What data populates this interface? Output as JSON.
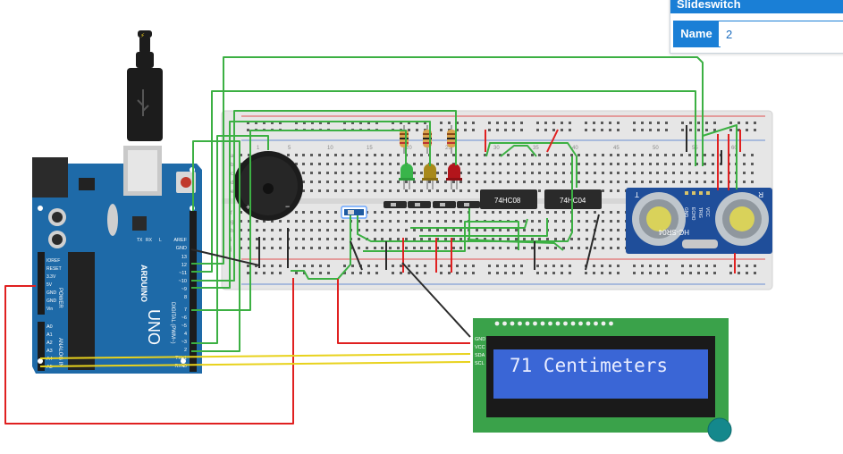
{
  "panel": {
    "title": "Slideswitch",
    "name_label": "Name",
    "name_value": "2"
  },
  "arduino": {
    "brand": "ARDUINO",
    "model": "UNO",
    "header_digital": "DIGITAL (PWM~)",
    "header_power": "POWER",
    "header_analog": "ANALOG IN",
    "pins_top": [
      "AREF",
      "GND",
      "13",
      "12",
      "~11",
      "~10",
      "~9",
      "8",
      "7",
      "~6",
      "~5",
      "4",
      "~3",
      "2",
      "TX▸1",
      "RX◂0"
    ],
    "pins_power": [
      "IOREF",
      "RESET",
      "3.3V",
      "5V",
      "GND",
      "GND",
      "Vin"
    ],
    "pins_analog": [
      "A0",
      "A1",
      "A2",
      "A3",
      "A4",
      "A5"
    ],
    "led_labels": [
      "TX",
      "RX",
      "L"
    ]
  },
  "breadboard": {
    "row_letters": [
      "a",
      "b",
      "c",
      "d",
      "e",
      "f",
      "g",
      "h",
      "i",
      "j"
    ],
    "col_numbers": [
      "1",
      "5",
      "10",
      "15",
      "20",
      "25",
      "30",
      "35",
      "40",
      "45",
      "50",
      "55",
      "60"
    ]
  },
  "chips": [
    {
      "label": "74HC08"
    },
    {
      "label": "74HC04"
    }
  ],
  "sensor": {
    "label": "HC-SR04",
    "pins": [
      "VCC",
      "TRIG",
      "ECHO",
      "GND"
    ],
    "letter_t": "T",
    "letter_r": "R"
  },
  "lcd": {
    "text": "71 Centimeters",
    "pins": [
      "GND",
      "VCC",
      "SDA",
      "SCL"
    ]
  },
  "colors": {
    "wire_green": "#3cb043",
    "wire_red": "#e02020",
    "wire_black": "#2a2a2a",
    "wire_yellow": "#e8d21c",
    "arduino_blue": "#1e6aa8",
    "lcd_board": "#3aa24a",
    "lcd_screen": "#3a66d6"
  }
}
